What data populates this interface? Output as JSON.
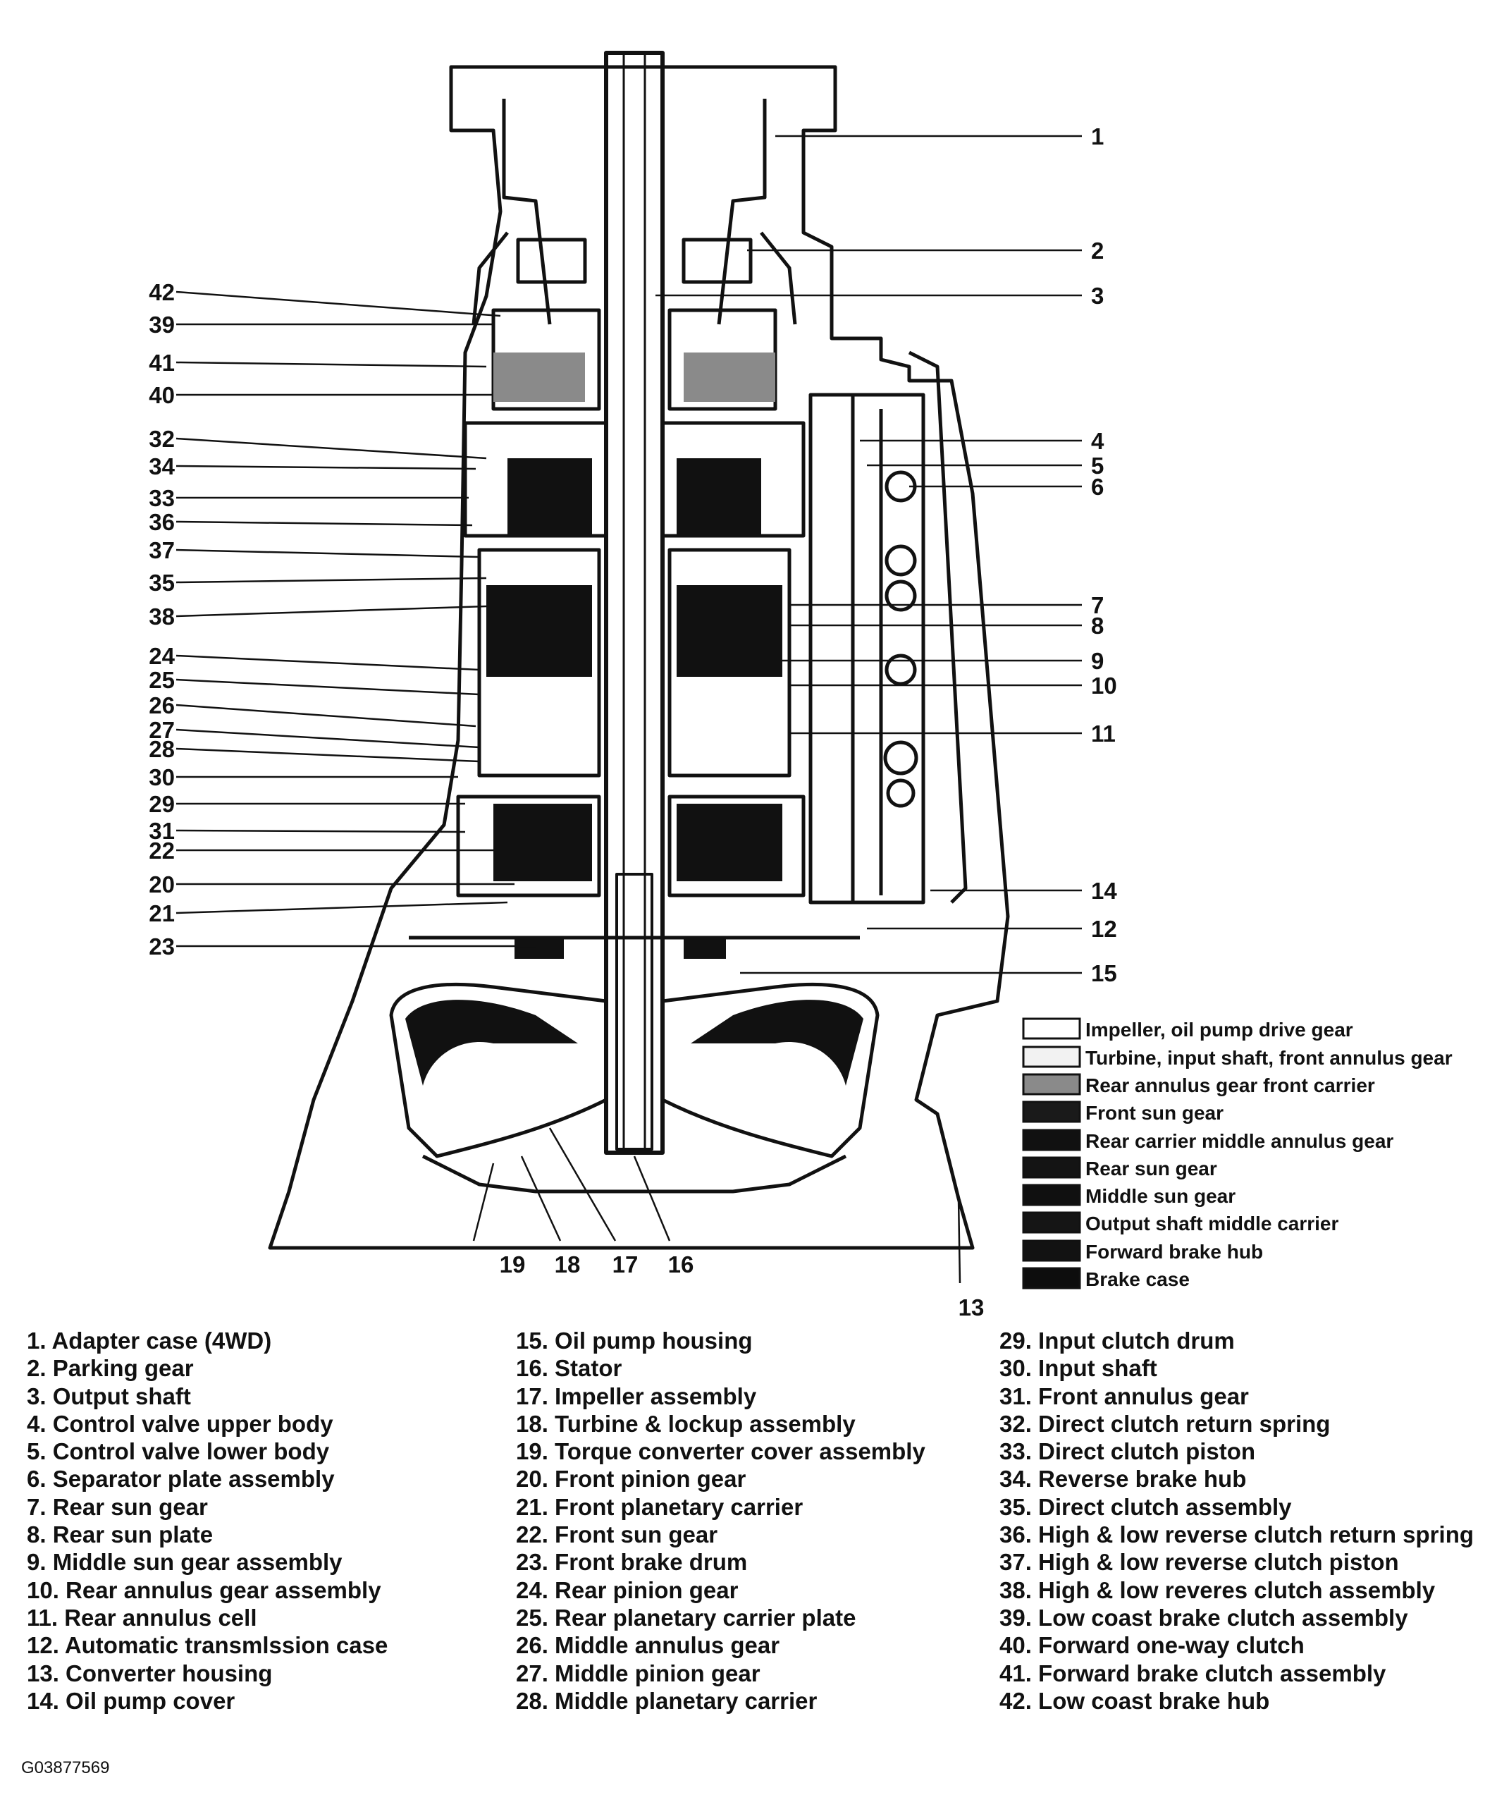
{
  "callouts_left": [
    "42",
    "39",
    "41",
    "40",
    "32",
    "34",
    "33",
    "36",
    "37",
    "35",
    "38",
    "24",
    "25",
    "26",
    "27",
    "28",
    "30",
    "29",
    "31",
    "22",
    "20",
    "21",
    "23"
  ],
  "callouts_right": [
    "1",
    "2",
    "3",
    "4",
    "5",
    "6",
    "7",
    "8",
    "9",
    "10",
    "11",
    "14",
    "12",
    "15"
  ],
  "callouts_bottom": [
    "19",
    "18",
    "17",
    "16",
    "13"
  ],
  "legend": [
    {
      "label": "Impeller, oil pump drive gear",
      "fill": "#ffffff"
    },
    {
      "label": "Turbine, input shaft, front annulus gear",
      "fill": "#f2f2f2"
    },
    {
      "label": "Rear annulus gear front carrier",
      "fill": "#8a8a8a"
    },
    {
      "label": "Front sun gear",
      "fill": "#1a1a1a"
    },
    {
      "label": "Rear carrier middle annulus gear",
      "fill": "#111111"
    },
    {
      "label": "Rear sun gear",
      "fill": "#141414"
    },
    {
      "label": "Middle sun gear",
      "fill": "#101010"
    },
    {
      "label": "Output shaft middle carrier",
      "fill": "#151515"
    },
    {
      "label": "Forward brake hub",
      "fill": "#121212"
    },
    {
      "label": "Brake case",
      "fill": "#0d0d0d"
    }
  ],
  "parts_list": {
    "col1": [
      "1. Adapter case (4WD)",
      "2. Parking gear",
      "3. Output shaft",
      "4. Control valve upper body",
      "5. Control valve lower body",
      "6. Separator plate assembly",
      "7. Rear sun gear",
      "8. Rear sun plate",
      "9. Middle sun gear assembly",
      "10. Rear annulus gear assembly",
      "11. Rear annulus cell",
      "12. Automatic transmlssion case",
      "13. Converter housing",
      "14. Oil pump cover"
    ],
    "col2": [
      "15. Oil pump housing",
      "16. Stator",
      "17. Impeller assembly",
      "18. Turbine & lockup assembly",
      "19. Torque converter cover assembly",
      "20. Front pinion gear",
      "21. Front planetary carrier",
      "22. Front sun gear",
      "23. Front brake drum",
      "24. Rear pinion gear",
      "25. Rear planetary carrier plate",
      "26. Middle annulus gear",
      "27. Middle pinion gear",
      "28. Middle planetary carrier"
    ],
    "col3": [
      "29. Input clutch drum",
      "30. Input shaft",
      "31. Front annulus gear",
      "32. Direct clutch return spring",
      "33. Direct clutch piston",
      "34. Reverse brake hub",
      "35. Direct clutch assembly",
      "36. High & low reverse clutch return spring",
      "37. High & low reverse clutch piston",
      "38. High & low reveres clutch assembly",
      "39. Low coast brake clutch assembly",
      "40. Forward one-way clutch",
      "41. Forward brake clutch assembly",
      "42. Low coast brake hub"
    ]
  },
  "figure_code": "G03877569"
}
